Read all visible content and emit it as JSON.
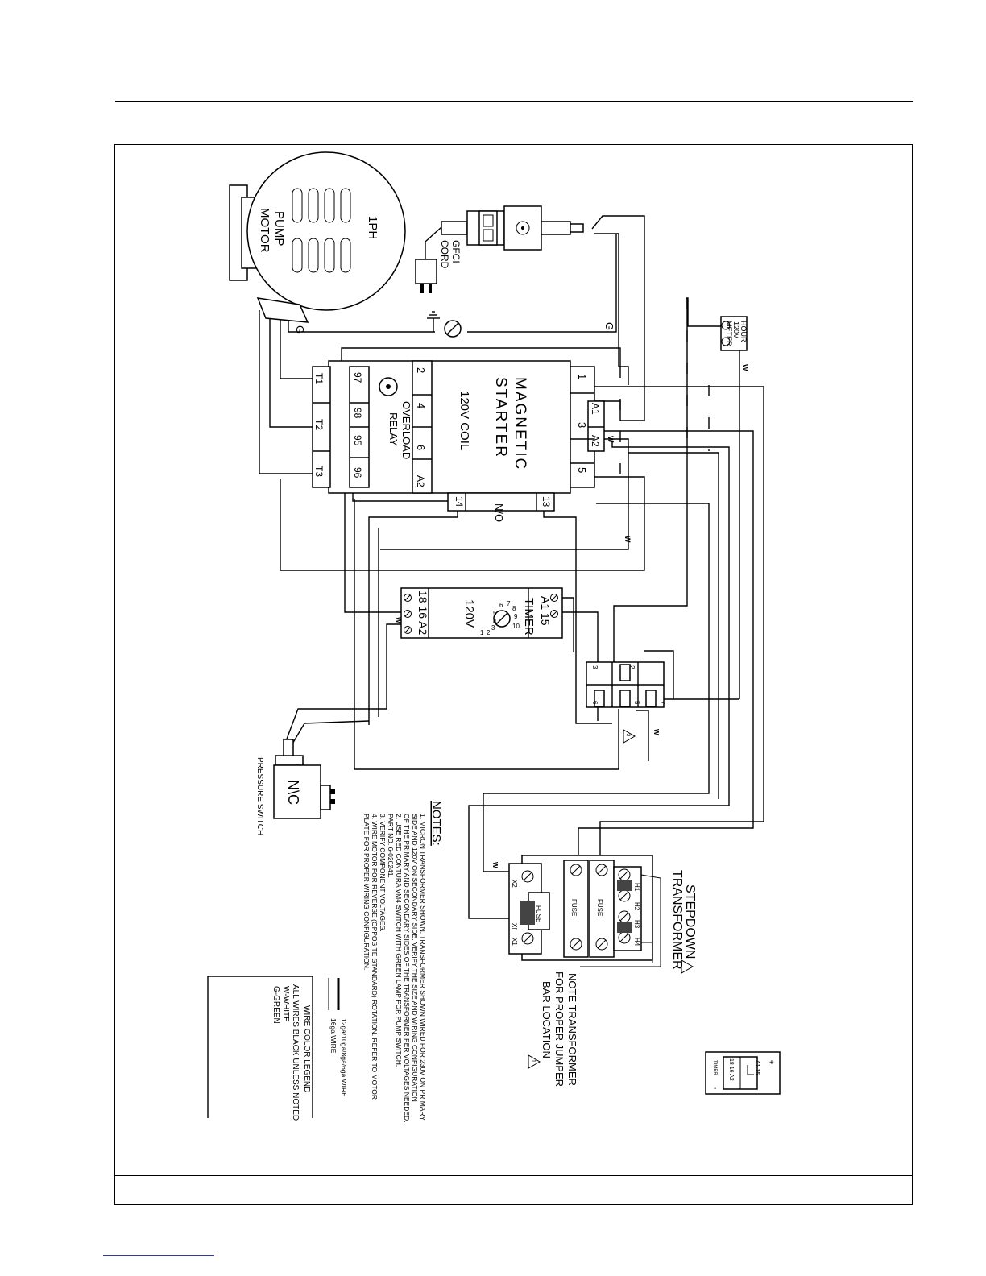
{
  "motor": {
    "line1": "1PH",
    "line2": "PUMP",
    "line3": "MOTOR"
  },
  "gfci": {
    "line1": "GFCI",
    "line2": "CORD"
  },
  "ground_label": "G",
  "magnetic_starter": {
    "title_line1": "MAGNETIC",
    "title_line2": "STARTER",
    "coil": "120V COIL",
    "no_label": "N/O",
    "terminals_right": [
      "1",
      "3",
      "5"
    ],
    "coil_terminals": [
      "A1",
      "A2"
    ],
    "aux_terminals": [
      "13",
      "14"
    ],
    "terminals_left": [
      "2",
      "4",
      "6",
      "A2"
    ]
  },
  "overload_relay": {
    "line1": "OVERLOAD",
    "line2": "RELAY",
    "terminals": [
      "97",
      "98",
      "95",
      "96"
    ],
    "motor_terminals": [
      "T1",
      "T2",
      "T3"
    ]
  },
  "hour_meter": {
    "line1": "HOUR",
    "line2": "120V",
    "line3": "METER"
  },
  "wire_white": "W",
  "timer": {
    "title": "TIMER",
    "voltage": "120V",
    "top_terminals": "A1  15",
    "bottom_terminals": "18  16  A2",
    "dial": [
      "1",
      "2",
      "3",
      "4",
      "5",
      "6",
      "7",
      "8",
      "9",
      "10"
    ]
  },
  "switch_block": {
    "terminals": [
      "2",
      "3",
      "5",
      "6",
      "7"
    ],
    "note_mark": "2"
  },
  "pressure_switch": {
    "label": "PRESSURE SWITCH",
    "contact": "N\\C"
  },
  "transformer": {
    "title_line1": "STEPDOWN",
    "title_line2": "TRANSFORMER",
    "primary_terminals": [
      "H1",
      "H2",
      "H3",
      "H4"
    ],
    "secondary_terminals": [
      "X2",
      "X1",
      "Xf"
    ],
    "fuse": "FUSE",
    "note_line1": "NOTE TRANSFORMER",
    "note_line2": "FOR PROPER JUMPER",
    "note_line3": "BAR LOCATION",
    "note_mark": "1"
  },
  "notes": {
    "heading": "NOTES:",
    "lines": [
      "1. MICRON TRANSFORMER SHOWN. TRANSFORMER SHOWN WIRED FOR 230V ON PRIMARY",
      "SIDE AND 120V ON SECONDARY SIDE. VERIFY THE SIZE AND WIRING CONFIGURATION",
      "OF THE PRIMARY AND SECONDARY SIDES OF THE TRANSFORMER PER VOLTAGES NEEDED.",
      "2. USE RED CONTURA VM4 SWITCH WITH GREEN LAMP FOR PUMP SWITCH.",
      "PART NO. 6-020241.",
      "3. VERIFY COMPONENT VOLTAGES.",
      "4. WIRE MOTOR FOR REVERSE (OPPOSITE STANDARD) ROTATION. REFER TO MOTOR",
      "PLATE FOR PROPER WIRING CONFIGURATION."
    ]
  },
  "wire_gauge": {
    "heavy": "12ga/10ga/8ga/6ga WIRE",
    "light": "16ga WIRE"
  },
  "legend": {
    "title": "WIRE COLOR LEGEND",
    "line1": "ALL WIRES BLACK UNLESS NOTED",
    "line2": "W-WHITE",
    "line3": "G-GREEN"
  },
  "timer_symbol": {
    "label": "TIMER",
    "plus": "+",
    "minus": "-",
    "top": "A1 15",
    "bottom": "18 16 A2"
  }
}
